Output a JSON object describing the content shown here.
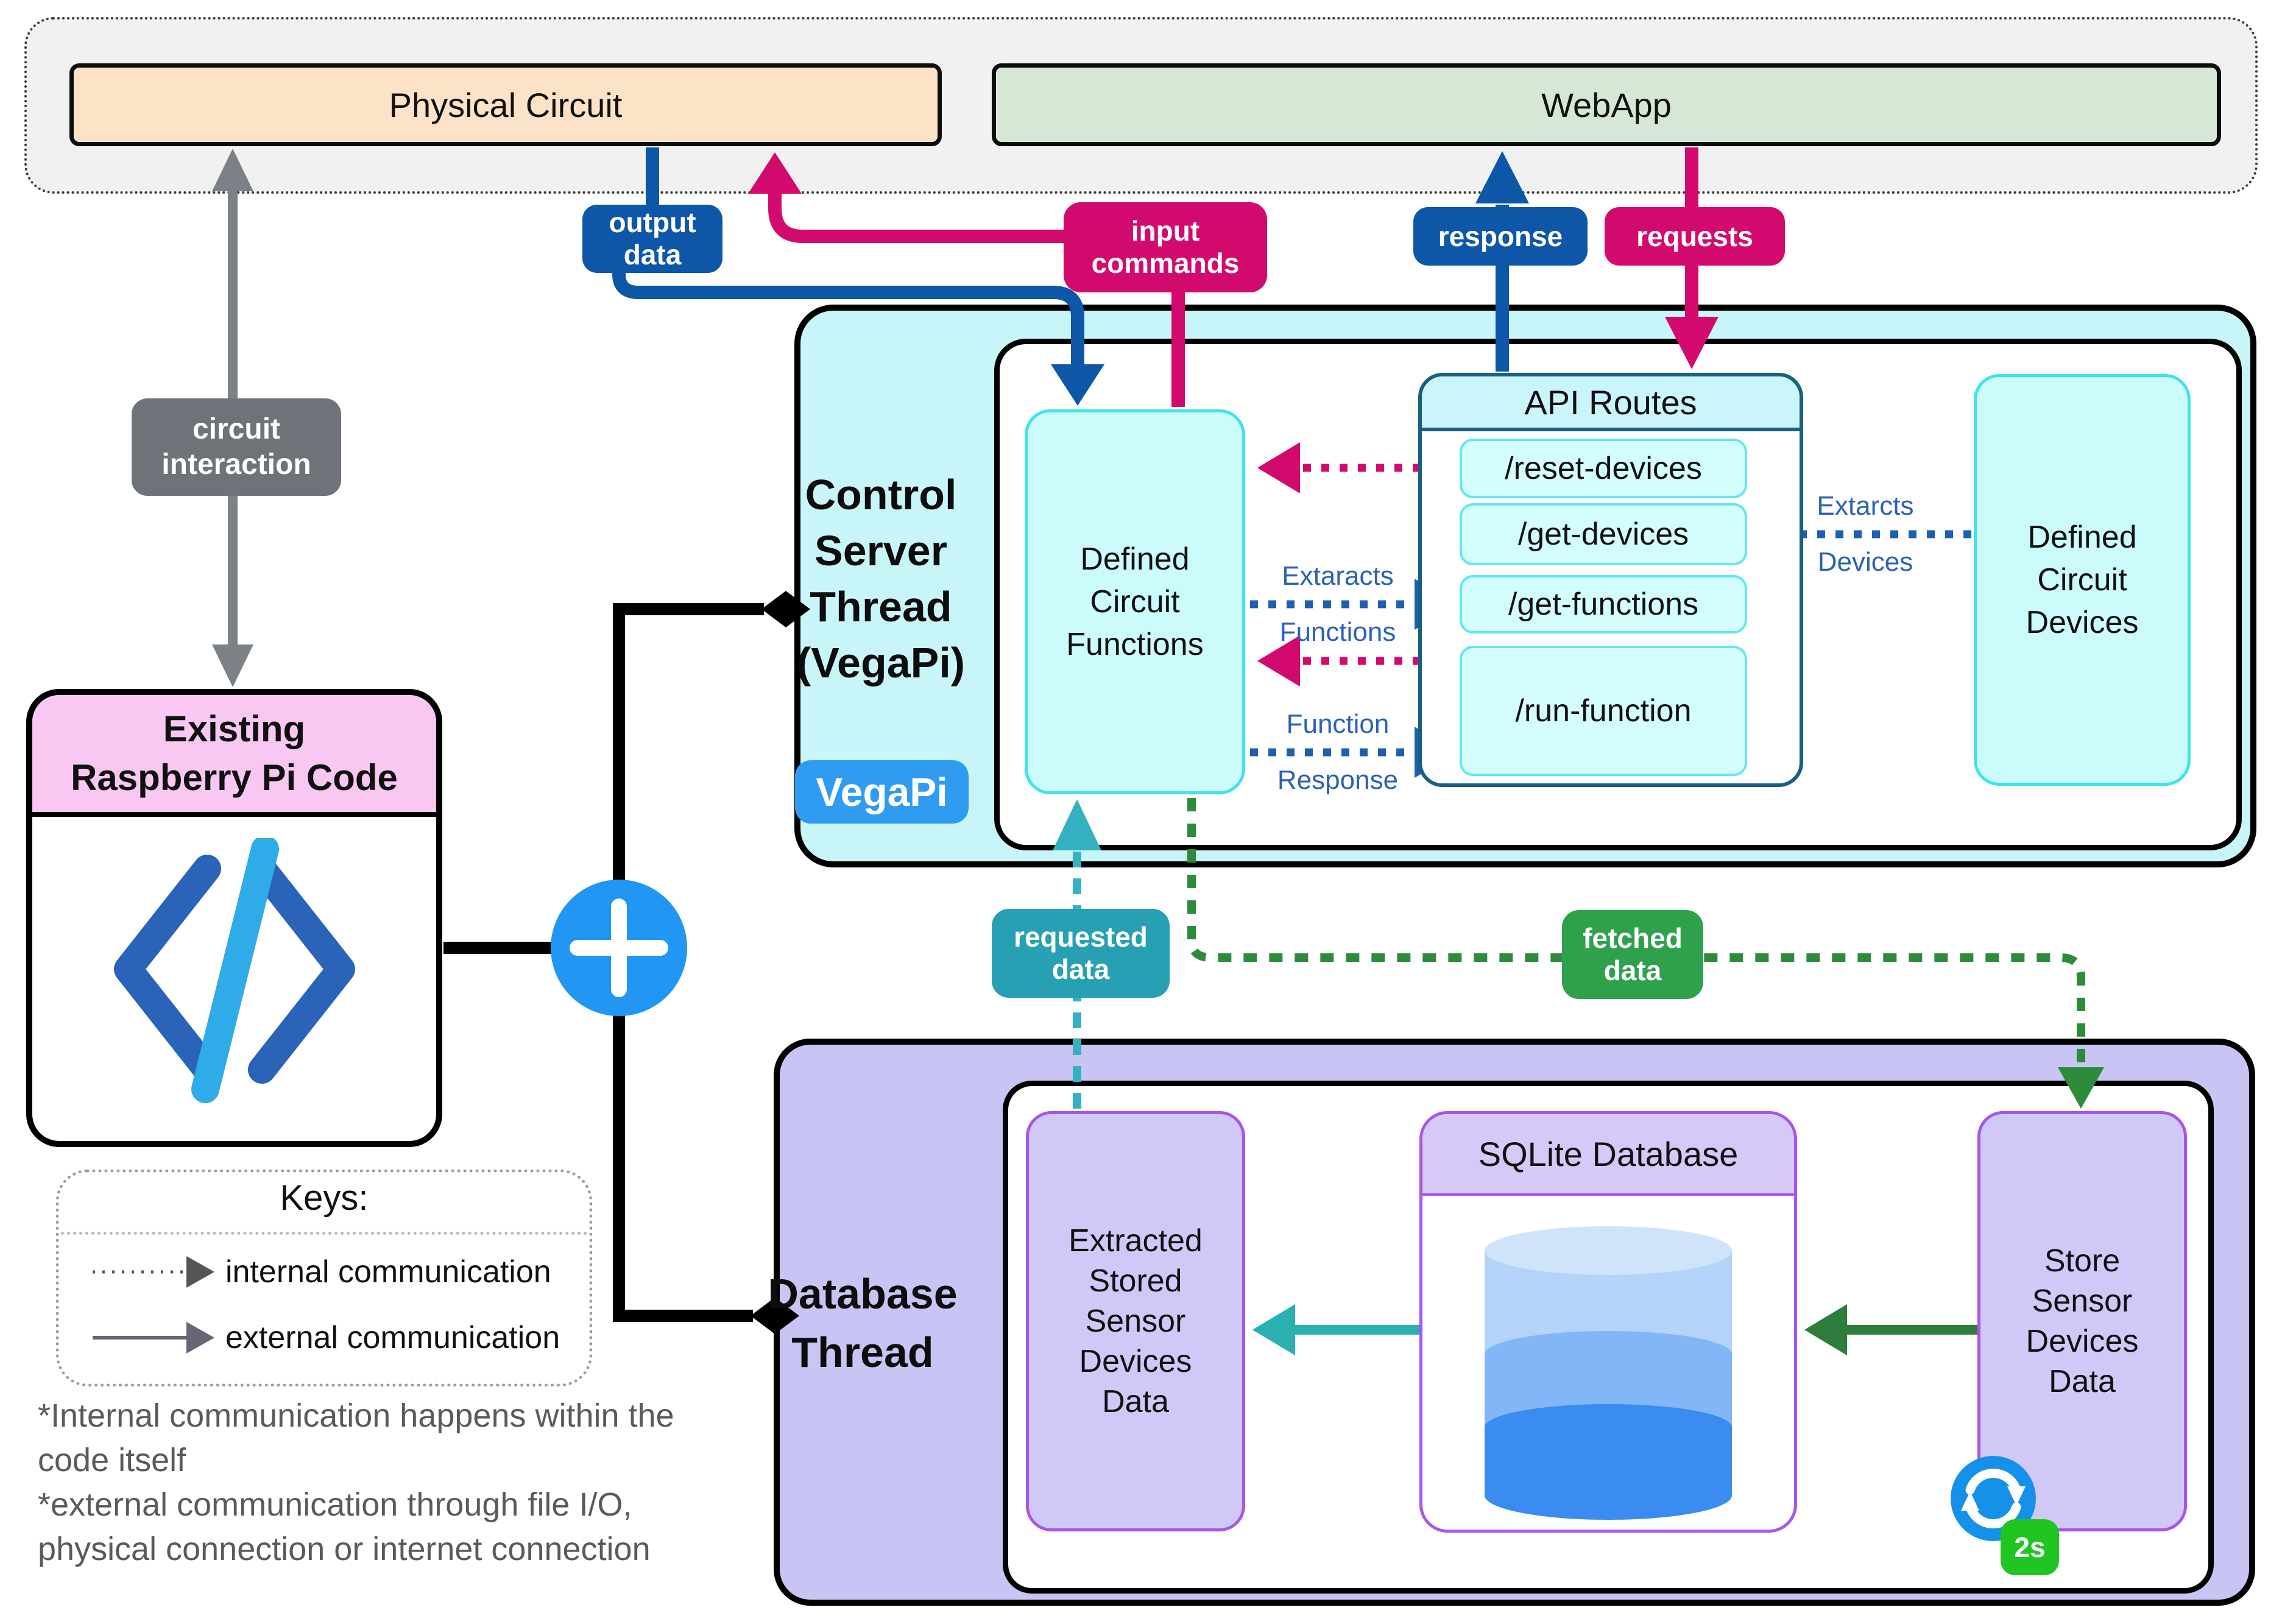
{
  "top_band": {
    "physical_circuit": "Physical Circuit",
    "webapp": "WebApp"
  },
  "flow_labels": {
    "output_data": "output\ndata",
    "input_commands": "input\ncommands",
    "response": "response",
    "requests": "requests",
    "circuit_interaction": "circuit\ninteraction",
    "requested_data": "requested\ndata",
    "fetched_data": "fetched\ndata"
  },
  "control_server": {
    "title": "Control\nServer\nThread\n(VegaPi)",
    "badge": "VegaPi",
    "defined_circuit_functions": "Defined\nCircuit\nFunctions",
    "defined_circuit_devices": "Defined\nCircuit\nDevices",
    "api": {
      "title": "API Routes",
      "routes": [
        "/reset-devices",
        "/get-devices",
        "/get-functions",
        "/run-function"
      ]
    },
    "internal_labels": {
      "extaracts_functions": "Extaracts\nFunctions",
      "function_response": "Function\nResponse",
      "extarcts_devices": "Extarcts\nDevices"
    }
  },
  "raspberry_pi": {
    "title": "Existing\nRaspberry Pi Code"
  },
  "database": {
    "title": "Database\nThread",
    "extracted_box": "Extracted\nStored\nSensor\nDevices\nData",
    "sqlite_title": "SQLite Database",
    "store_box": "Store\nSensor\nDevices\nData",
    "refresh_interval": "2s"
  },
  "keys": {
    "title": "Keys:",
    "internal": "internal communication",
    "external": "external communication"
  },
  "footnotes": "*Internal communication happens within the\ncode itself\n*external communication through file I/O,\nphysical connection or internet connection",
  "colors": {
    "blue": "#0e57a8",
    "pink": "#d30a6e",
    "teal": "#2aa9ba",
    "green_badge": "#2fa14c",
    "green_line": "#2e8b3b",
    "dark_green": "#2e7d3b",
    "grey": "#6d7378",
    "cyan_fill": "#c8f6f8",
    "cyan_box": "#ccfbfc",
    "cyan_border": "#3fe3ec",
    "api_border": "#18607f",
    "api_header": "#c9f5fb",
    "purple_fill": "#c8c5f4",
    "lavender_box": "#d0c9f8",
    "purple_border": "#a855e8",
    "peach": "#fce3c7",
    "sage": "#d7e7d6",
    "pink_header": "#f8c7f2",
    "vegapi_blue": "#2f9cf2",
    "plus_blue": "#2196f3",
    "refresh_blue": "#1691ea",
    "refresh_green": "#21c521"
  }
}
